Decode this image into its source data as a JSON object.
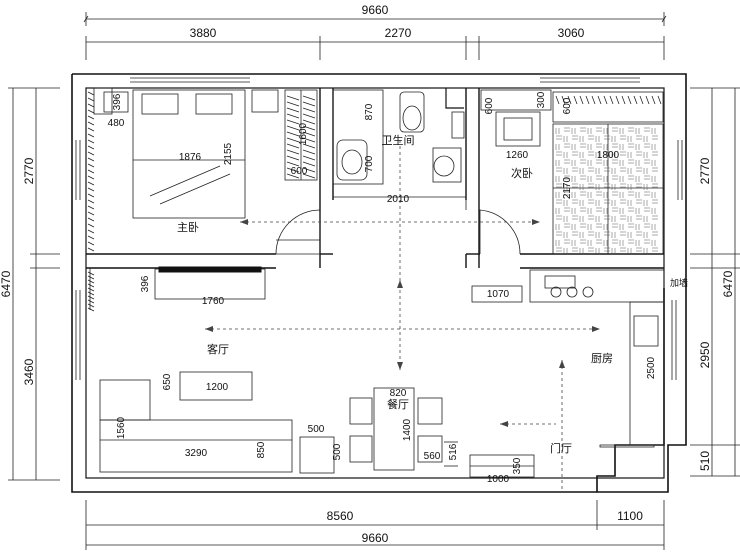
{
  "dimensions": {
    "top_total": "9660",
    "top_segments": [
      "3880",
      "2270",
      "3060"
    ],
    "bottom_segments": [
      "8560",
      "1100"
    ],
    "bottom_total": "9660",
    "left_total": "6470",
    "left_segments": [
      "2770",
      "3460"
    ],
    "right_total": "6470",
    "right_segments": [
      "2770",
      "2950",
      "510"
    ]
  },
  "rooms": {
    "master_bedroom": "主卧",
    "bathroom": "卫生间",
    "second_bedroom": "次卧",
    "living_room": "客厅",
    "kitchen": "厨房",
    "dining_room": "餐厅",
    "entrance": "门厅",
    "extra_label": "加墙"
  },
  "furniture_dims": {
    "nightstand_w": "396",
    "nightstand_d": "480",
    "bed_w": "1876",
    "bed_l": "2155",
    "wardrobe_master_l": "1600",
    "wardrobe_master_d": "600",
    "shower_l": "870",
    "basin_l": "700",
    "bath_w": "2010",
    "desk_d": "600",
    "desk_w": "1260",
    "cabinet_h": "300",
    "cabinet2_d": "600",
    "bed2_w": "1800",
    "bed2_l": "2170",
    "tv_d": "396",
    "tv_w": "1760",
    "coffee_d": "650",
    "coffee_w": "1200",
    "sofa_d": "1560",
    "sofa_w": "3290",
    "sofa_seat": "850",
    "side_w": "500",
    "side_d": "500",
    "dining_w": "820",
    "dining_l": "1400",
    "chair_w": "560",
    "chair_d": "516",
    "kitchen_fridge": "1070",
    "kitchen_counter": "2500",
    "shoe_d": "350",
    "shoe_w": "1000"
  }
}
